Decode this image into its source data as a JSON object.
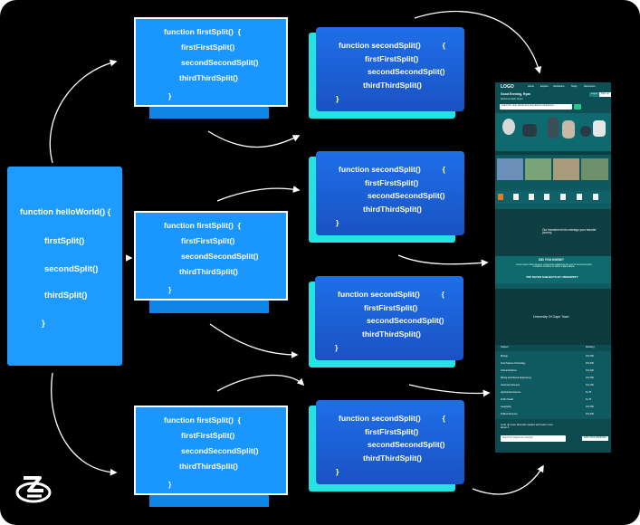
{
  "root": {
    "lines": [
      "function helloWorld() {",
      "firstSplit()",
      "secondSplit()",
      "thirdSplit()",
      "}"
    ]
  },
  "first_split_box": {
    "lines": [
      "function firstSplit()  {",
      "firstFirstSplit()",
      "secondSecondSplit()",
      "thirdThirdSplit()",
      "}"
    ]
  },
  "second_split_box": {
    "lines": [
      "function secondSplit()          {",
      "firstFirstSplit()",
      "secondSecondSplit()",
      "thirdThirdSplit()",
      "}"
    ]
  },
  "website": {
    "logo": "LOGO",
    "nav": [
      "Home",
      "Explore",
      "Institutions",
      "Study",
      "Resources"
    ],
    "greeting": "Good Evening, Ryan",
    "greeting_sub": "Welcome back, Ryan",
    "login": "Log in",
    "signup": "Sign up",
    "search_prompt": "Search for study abroad and international scholarships",
    "hero_heading": "Our investment into redesign your transfer journey",
    "did_you_know": "DID YOU KNOW?",
    "did_you_know_body": "Lorem ipsum dolor sit amet, consectetur adipiscing elit, sed do eiusmod tempor incididunt ut labore et dolore magna aliqua.",
    "top_subjects": "TOP RATED SUBJECTS BY UNIVERSITY",
    "university": "University Of Cape Town",
    "table_header": [
      "Subject",
      "Ranking"
    ],
    "table_rows": [
      [
        "Biology",
        "201-250"
      ],
      [
        "Food Science Technology",
        "251-300"
      ],
      [
        "Clinical Medicine",
        "151-200"
      ],
      [
        "Mining and Mineral Engineering",
        "201-250"
      ],
      [
        "Veterinary Sciences",
        "101-150"
      ],
      [
        "Agricultural Sciences",
        "51-75"
      ],
      [
        "Public Health",
        "51-75"
      ],
      [
        "Geography",
        "201-250"
      ],
      [
        "Political Sciences",
        "201-300"
      ]
    ],
    "footer_question": "Look up more favourite subject and learn more about it",
    "footer_search": "Search for subjects in university",
    "footer_button": "2022 2023 RANKING"
  },
  "colors": {
    "background": "#000000",
    "root_box": "#1e9bff",
    "first_split": "#1a96ff",
    "second_split": "#1e6fe8",
    "second_shadow": "#25e3e3",
    "site_teal": "#0f5a60"
  }
}
